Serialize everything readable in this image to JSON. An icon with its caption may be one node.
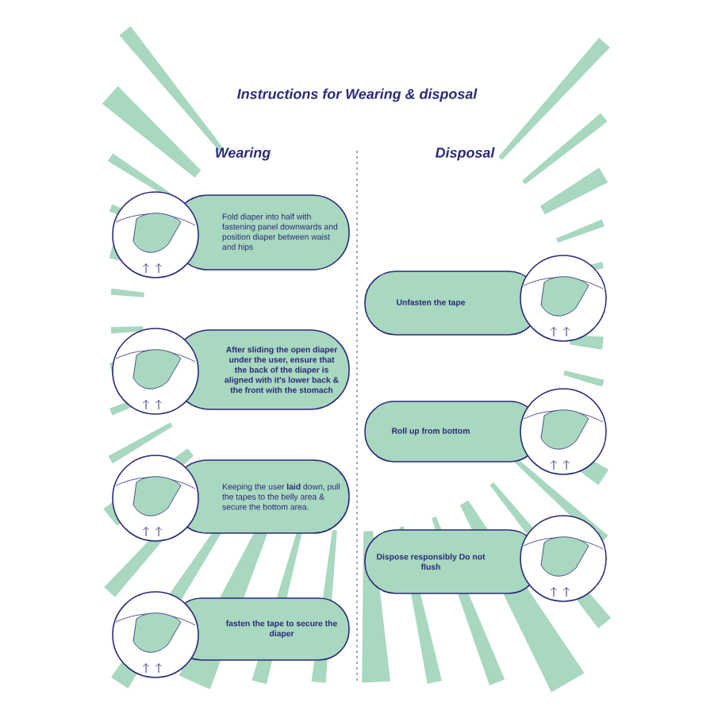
{
  "diagram": {
    "title": "Instructions for Wearing & disposal",
    "nodes": [
      {
        "text": [
          "Fold diaper into half with fastening panel downwards and position diaper between waist and hips"
        ]
      },
      {
        "text": [
          "After sliding the open diaper under the user, ensure that the back of the diaper is aligned with it's lower back & the front with the stomach"
        ]
      },
      {
        "text": [
          "Keeping the user **laid** down, pull the tapes to the belly area & secure the bottom area."
        ]
      },
      {
        "text": [
          "fasten the tape to secure the diaper"
        ]
      },
      {
        "text": [
          "Unfasten the tape"
        ]
      },
      {
        "text": [
          "Roll up from bottom"
        ]
      },
      {
        "text": [
          "Dispose responsibly Do not flush"
        ]
      }
    ],
    "labels": [
      "Wearing",
      "Disposal"
    ]
  }
}
